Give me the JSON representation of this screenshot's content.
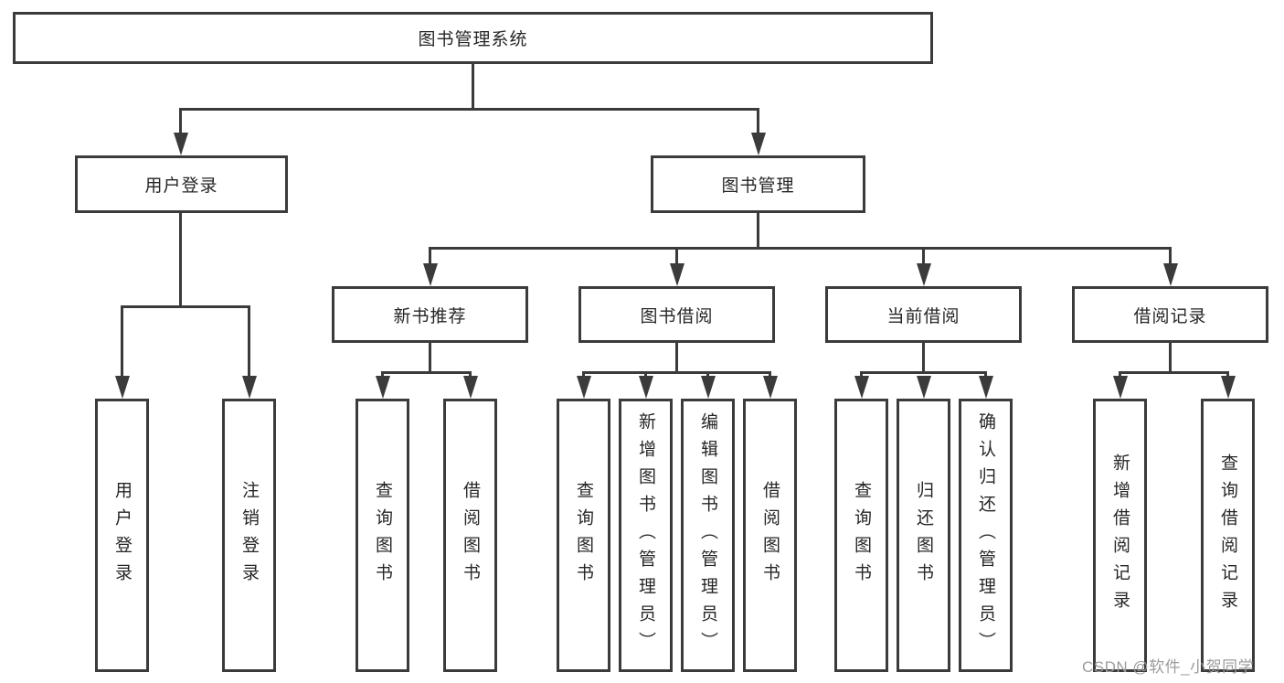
{
  "diagram": {
    "tree": {
      "label": "图书管理系统",
      "children": [
        {
          "label": "用户登录",
          "children": [
            {
              "label": "用户登录"
            },
            {
              "label": "注销登录"
            }
          ]
        },
        {
          "label": "图书管理",
          "children": [
            {
              "label": "新书推荐",
              "children": [
                {
                  "label": "查询图书"
                },
                {
                  "label": "借阅图书"
                }
              ]
            },
            {
              "label": "图书借阅",
              "children": [
                {
                  "label": "查询图书"
                },
                {
                  "label": "新增图书（管理员）"
                },
                {
                  "label": "编辑图书（管理员）"
                },
                {
                  "label": "借阅图书"
                }
              ]
            },
            {
              "label": "当前借阅",
              "children": [
                {
                  "label": "查询图书"
                },
                {
                  "label": "归还图书"
                },
                {
                  "label": "确认归还（管理员）"
                }
              ]
            },
            {
              "label": "借阅记录",
              "children": [
                {
                  "label": "新增借阅记录"
                },
                {
                  "label": "查询借阅记录"
                }
              ]
            }
          ]
        }
      ]
    },
    "icons": {
      "arrowhead": "down-arrowhead"
    }
  },
  "watermark": {
    "text": "CSDN @软件_小贺同学"
  },
  "colors": {
    "line": "#3b3b3b",
    "text": "#262626",
    "box_fill": "#ffffff",
    "background": "#ffffff",
    "watermark": "#9c9c9c"
  }
}
